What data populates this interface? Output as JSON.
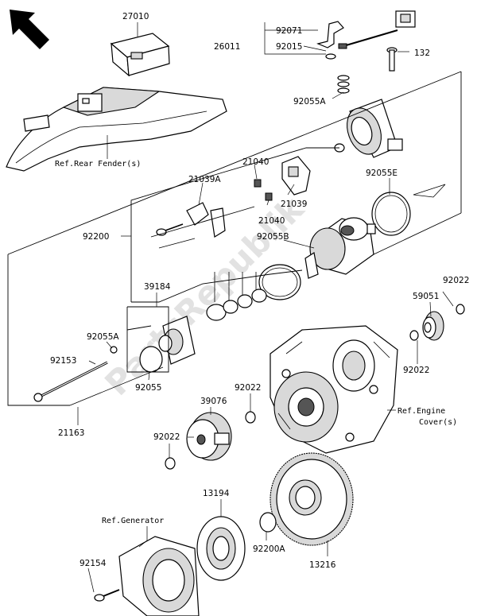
{
  "watermark": "PartsRepublik",
  "labels": {
    "p27010": "27010",
    "p92071": "92071",
    "p26011": "26011",
    "p92015": "92015",
    "p132": "132",
    "p92055a_top": "92055A",
    "p21040_a": "21040",
    "p92055e": "92055E",
    "p21039a": "21039A",
    "p21039": "21039",
    "p21040_b": "21040",
    "p92200": "92200",
    "p92055b": "92055B",
    "p39184": "39184",
    "p92022_right": "92022",
    "p59051": "59051",
    "p92055a_left": "92055A",
    "p92153": "92153",
    "p92022_mid": "92022",
    "p92055": "92055",
    "p92022_center": "92022",
    "p39076": "39076",
    "p21163": "21163",
    "p92022_left": "92022",
    "p13194": "13194",
    "p92200a": "92200A",
    "p13216": "13216",
    "p92154": "92154"
  },
  "refs": {
    "rear_fender": "Ref.Rear Fender(s)",
    "engine_cover_1": "Ref.Engine",
    "engine_cover_2": "Cover(s)",
    "generator": "Ref.Generator"
  },
  "icons": {
    "direction_arrow": "front-direction-arrow-icon"
  }
}
